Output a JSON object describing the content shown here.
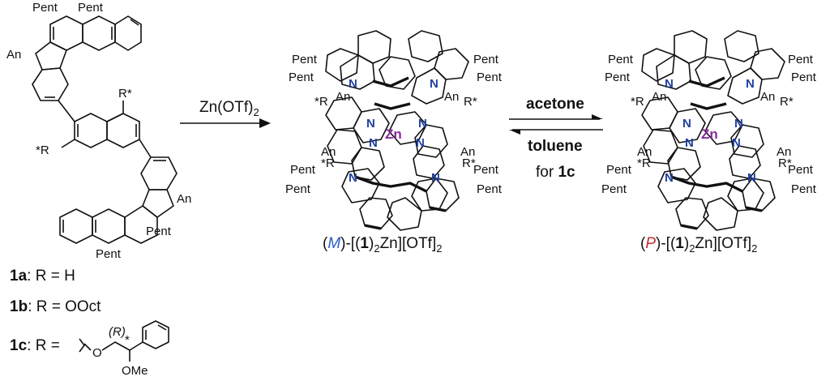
{
  "ligand": {
    "sub_labels": [
      "Pent",
      "Pent",
      "An",
      "R*",
      "*R",
      "An",
      "Pent",
      "Pent"
    ]
  },
  "reagent": {
    "text": "Zn(OTf)",
    "sub": "2"
  },
  "complex_m": {
    "descriptor": "M",
    "descriptor_color": "#2a5cc8",
    "tint_color": "#b8c8ea",
    "label_parts": [
      "(",
      "M",
      ")-[(",
      "1",
      ")",
      "2",
      "Zn][OTf]",
      "2"
    ],
    "center_atom": "Zn",
    "n_label": "N",
    "sub_labels": [
      "Pent",
      "Pent",
      "Pent",
      "Pent",
      "*R",
      "An",
      "An",
      "R*",
      "An",
      "*R",
      "R*",
      "An",
      "Pent",
      "Pent",
      "Pent",
      "Pent"
    ]
  },
  "complex_p": {
    "descriptor": "P",
    "descriptor_color": "#c03030",
    "tint_color": "#f0c0c0",
    "label_parts": [
      "(",
      "P",
      ")-[(",
      "1",
      ")",
      "2",
      "Zn][OTf]",
      "2"
    ],
    "center_atom": "Zn",
    "n_label": "N",
    "sub_labels": [
      "Pent",
      "Pent",
      "Pent",
      "Pent",
      "*R",
      "An",
      "An",
      "R*",
      "An",
      "*R",
      "R*",
      "An",
      "Pent",
      "Pent",
      "Pent",
      "Pent"
    ]
  },
  "equilibrium": {
    "forward": "acetone",
    "reverse": "toluene",
    "note_prefix": "for ",
    "note_compound": "1c"
  },
  "definitions": [
    {
      "compound": "1a",
      "text": ": R = H"
    },
    {
      "compound": "1b",
      "text": ": R = OOct"
    },
    {
      "compound": "1c",
      "text": ": R = "
    }
  ],
  "substituent_1c": {
    "stereo": "(R)",
    "o": "O",
    "star": "*",
    "ome": "OMe"
  },
  "colors": {
    "line": "#111111",
    "nitrogen": "#2040a0",
    "zinc": "#8a2aa0",
    "gray_tint": "#d4d4d4"
  }
}
